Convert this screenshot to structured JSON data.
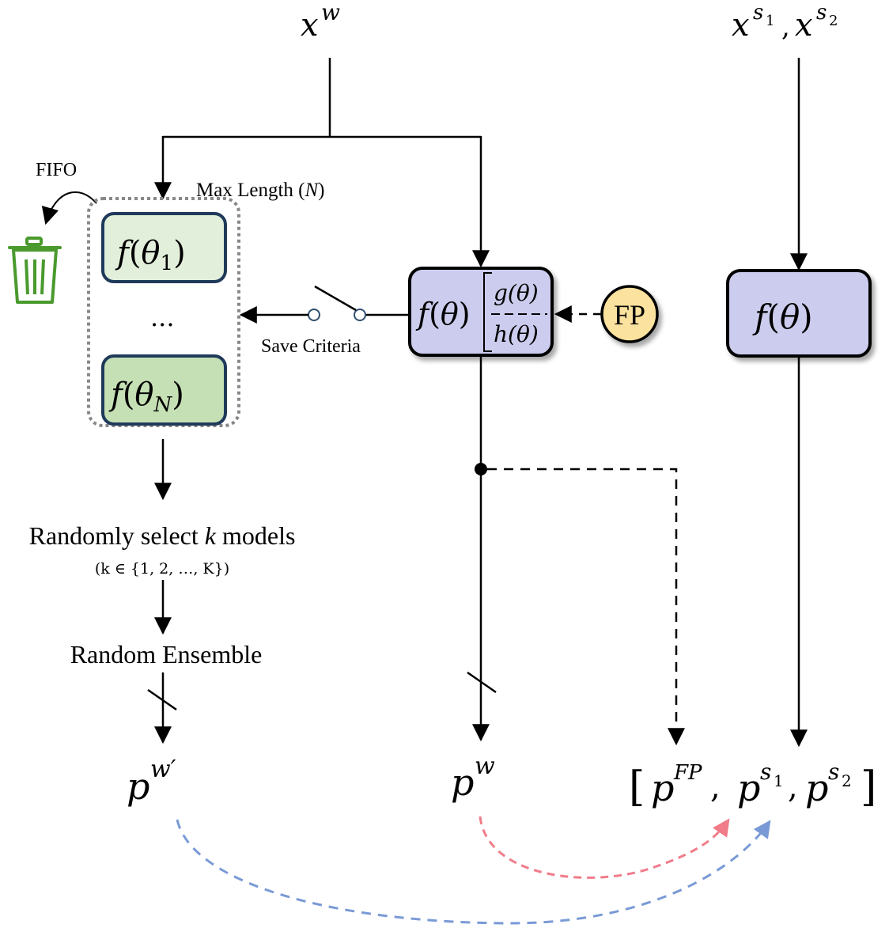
{
  "inputs": {
    "x_w": {
      "base": "x",
      "sup": "w"
    },
    "x_s": {
      "base1": "x",
      "sup1": "s",
      "sub1": "1",
      "sep": ",",
      "base2": "x",
      "sup2": "s",
      "sub2": "2"
    }
  },
  "queue": {
    "fifo_label": "FIFO",
    "max_length_label": "Max Length (",
    "max_length_var": "N",
    "max_length_close": ")",
    "model_first": {
      "f": "f",
      "open": "(",
      "theta": "θ",
      "sub": "1",
      "close": ")"
    },
    "ellipsis": "...",
    "model_last": {
      "f": "f",
      "open": "(",
      "theta": "θ",
      "sub": "N",
      "close": ")"
    },
    "trash_icon": "trash-icon"
  },
  "switch": {
    "label": "Save Criteria"
  },
  "weak_model": {
    "f": "f",
    "open": "(",
    "theta": "θ",
    "close": ")",
    "numerator": "g(θ)",
    "denominator": "h(θ)"
  },
  "fp_node": {
    "label": "FP"
  },
  "strong_model": {
    "f": "f",
    "open": "(",
    "theta": "θ",
    "close": ")"
  },
  "ensemble": {
    "select_label_pre": "Randomly select ",
    "select_var": "k",
    "select_label_post": " models",
    "range_label": "(k ∈ {1, 2, …, K})",
    "ensemble_label": "Random Ensemble"
  },
  "outputs": {
    "p_w_prime": {
      "base": "p",
      "sup": "w′"
    },
    "p_w": {
      "base": "p",
      "sup": "w"
    },
    "targets": {
      "open": "[",
      "p_fp": {
        "base": "p",
        "sup": "FP"
      },
      "comma1": ",",
      "p_s1": {
        "base": "p",
        "sup": "s",
        "sub": "1"
      },
      "comma2": ",",
      "p_s2": {
        "base": "p",
        "sup": "s",
        "sub": "2"
      },
      "close": "]"
    }
  },
  "colors": {
    "queue_box_fill_first": "#e2efda",
    "queue_box_fill_last": "#c5e0b4",
    "queue_box_stroke": "#1f3a5a",
    "model_fill": "#ccccee",
    "fp_fill": "#fbe29e",
    "trash": "#4a9a2e",
    "dotted": "#888888",
    "red_arrow": "#f07c8a",
    "blue_arrow": "#7a9ad6"
  }
}
